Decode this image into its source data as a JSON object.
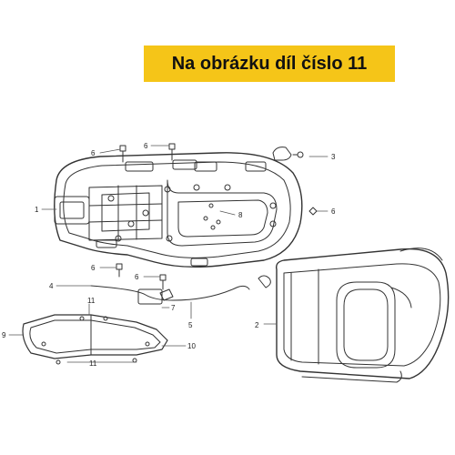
{
  "banner": {
    "text": "Na obrázku díl číslo 11",
    "color": "#f5c518"
  },
  "callouts": {
    "c1": "1",
    "c2": "2",
    "c3": "3",
    "c4": "4",
    "c5": "5",
    "c6a": "6",
    "c6b": "6",
    "c6c": "6",
    "c6d": "6",
    "c6e": "6",
    "c7": "7",
    "c8": "8",
    "c9": "9",
    "c10": "10",
    "c11a": "11",
    "c11b": "11"
  },
  "colors": {
    "line": "#333333",
    "fill": "#ffffff",
    "shade": "#dcdcdc"
  }
}
